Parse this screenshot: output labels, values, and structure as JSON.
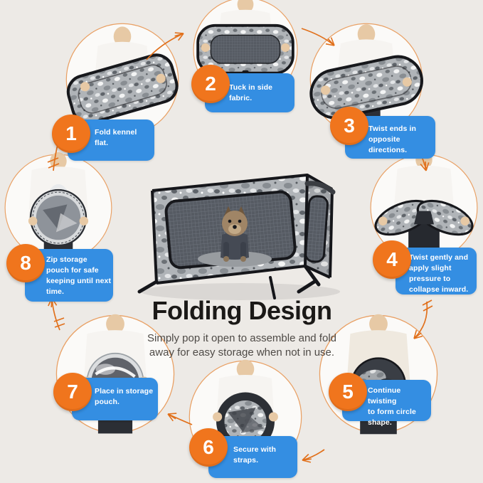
{
  "page": {
    "title": "Folding Design",
    "subtitle": "Simply pop it open to assemble and fold away for easy storage when not in use."
  },
  "colors": {
    "background": "#edeae6",
    "step_box_blue": "#348ee2",
    "badge_orange": "#f0751d",
    "arrow_orange": "#e1701b",
    "title_color": "#1b1917",
    "subtitle_color": "#4e4a46"
  },
  "steps": [
    {
      "number": "1",
      "label": "Fold kennel\nflat.",
      "photo": "person-folding-kennel-flat"
    },
    {
      "number": "2",
      "label": "Tuck in side fabric.",
      "photo": "person-holding-flattened-panel"
    },
    {
      "number": "3",
      "label": "Twist ends in\nopposite directions.",
      "photo": "person-twisting-panel-ends"
    },
    {
      "number": "4",
      "label": "Twist gently and\napply slight\npressure to\ncollapse inward.",
      "photo": "person-collapsing-figure-eight"
    },
    {
      "number": "5",
      "label": "Continue twisting\nto form circle\nshape.",
      "photo": "person-twisting-into-circle"
    },
    {
      "number": "6",
      "label": "Secure with\nstraps.",
      "photo": "person-holding-secured-ring"
    },
    {
      "number": "7",
      "label": "Place in storage\npouch.",
      "photo": "person-inserting-into-pouch"
    },
    {
      "number": "8",
      "label": "Zip storage\npouch for safe\nkeeping until next\ntime.",
      "photo": "person-holding-zipped-pouch"
    }
  ],
  "product": {
    "image": "pop-up-pet-kennel-with-dog"
  }
}
